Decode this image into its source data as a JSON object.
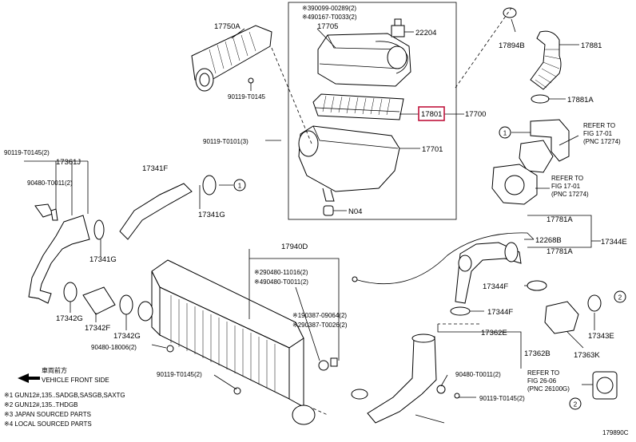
{
  "labels": {
    "p17750A": "17750A",
    "p90119_T0145_top": "90119-T0145",
    "p390099": "※390099-00289(2)",
    "p490167": "※490167-T0033(2)",
    "p17705": "17705",
    "p22204": "22204",
    "p17801": "17801",
    "p17700": "17700",
    "p17701": "17701",
    "pN04": "N04",
    "p90119_T0101": "90119-T0101(3)",
    "p17894B": "17894B",
    "p17881": "17881",
    "p17881A": "17881A",
    "refer1_a": "REFER TO",
    "refer1_b": "FIG 17-01",
    "refer1_c": "(PNC 17274)",
    "refer2_a": "REFER TO",
    "refer2_b": "FIG 17-01",
    "refer2_c": "(PNC 17274)",
    "p90119_T0145_2": "90119-T0145(2)",
    "p17361J": "17361J",
    "p90480_T0011_2a": "90480-T0011(2)",
    "p17341F": "17341F",
    "p17341G_a": "17341G",
    "p17341G_b": "17341G",
    "p17940D": "17940D",
    "p290480": "※290480-11016(2)",
    "p490480": "※490480-T0011(2)",
    "p190387": "※190387-09064(2)",
    "p290387": "※290387-T0026(2)",
    "p17781A_a": "17781A",
    "p12268B": "12268B",
    "p17344E": "17344E",
    "p17781A_b": "17781A",
    "p17344F_a": "17344F",
    "p17344F_b": "17344F",
    "p17342G_a": "17342G",
    "p17342F": "17342F",
    "p17342G_b": "17342G",
    "p90480_18006": "90480-18006(2)",
    "p17362E": "17362E",
    "p17362B": "17362B",
    "p90480_T0011_2b": "90480-T0011(2)",
    "p90119_T0145_2b": "90119-T0145(2)",
    "p90119_T0145_2c": "90119-T0145(2)",
    "p17343E": "17343E",
    "p17363K": "17363K",
    "refer3_a": "REFER TO",
    "refer3_b": "FIG 26-06",
    "refer3_c": "(PNC 26100G)",
    "front_a": "車両前方",
    "front_b": "VEHICLE FRONT SIDE",
    "note1": "※1 GUN12#,135..SADGB,SASGB,SAXTG",
    "note2": "※2 GUN12#,135..THDGB",
    "note3": "※3 JAPAN SOURCED PARTS",
    "note4": "※4 LOCAL SOURCED PARTS",
    "figcode": "179890C",
    "circle1": "1",
    "circle2": "2"
  }
}
